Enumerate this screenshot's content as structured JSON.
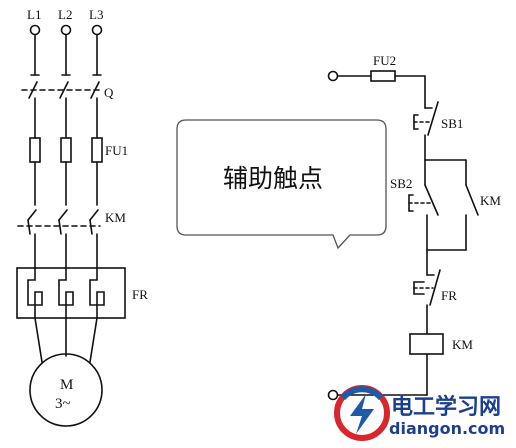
{
  "labels": {
    "l1": "L1",
    "l2": "L2",
    "l3": "L3",
    "q": "Q",
    "fu1": "FU1",
    "km_main": "KM",
    "fr_main": "FR",
    "motor_m": "M",
    "motor_phase": "3~",
    "fu2": "FU2",
    "sb1": "SB1",
    "sb2": "SB2",
    "km_aux": "KM",
    "fr_ctrl": "FR",
    "km_coil": "KM"
  },
  "callout": {
    "text": "辅助触点"
  },
  "watermark": {
    "title": "电工学习网",
    "url": "diangon.com",
    "colors": {
      "red": "#d9262c",
      "blue": "#1e5aa8",
      "text_blue": "#1d3f8f"
    }
  },
  "colors": {
    "line": "#111111",
    "background": "#ffffff"
  }
}
